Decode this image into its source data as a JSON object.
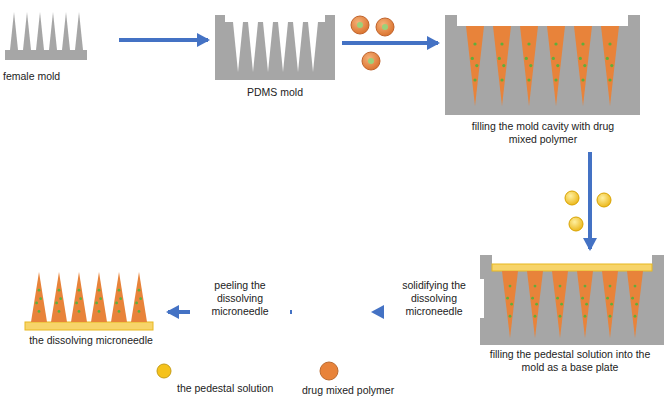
{
  "diagram": {
    "nodes": [
      {
        "text": [
          "female mold"
        ]
      },
      {
        "text": [
          "PDMS mold"
        ]
      },
      {
        "text": [
          "filling the mold cavity with drug mixed polymer"
        ]
      },
      {
        "text": [
          "filling the pedestal solution into the mold as a base plate"
        ]
      },
      {
        "text": [
          "the dissolving microneedle"
        ]
      }
    ],
    "edges": [
      {
        "from": 0,
        "to": 1,
        "arrow": "to"
      },
      {
        "from": 1,
        "to": 2,
        "arrow": "to"
      },
      {
        "from": 2,
        "to": 3,
        "arrow": "to"
      },
      {
        "from": 3,
        "to": 4,
        "label": "solidifying the dissolving microneedle",
        "arrow": "to"
      }
    ],
    "labels": [
      "peeling the dissolving microneedle"
    ],
    "legend": [
      {
        "text": "the pedestal solution",
        "color": "#f5c21b"
      },
      {
        "text": "drug mixed polymer",
        "color": "#e8833a"
      }
    ]
  }
}
